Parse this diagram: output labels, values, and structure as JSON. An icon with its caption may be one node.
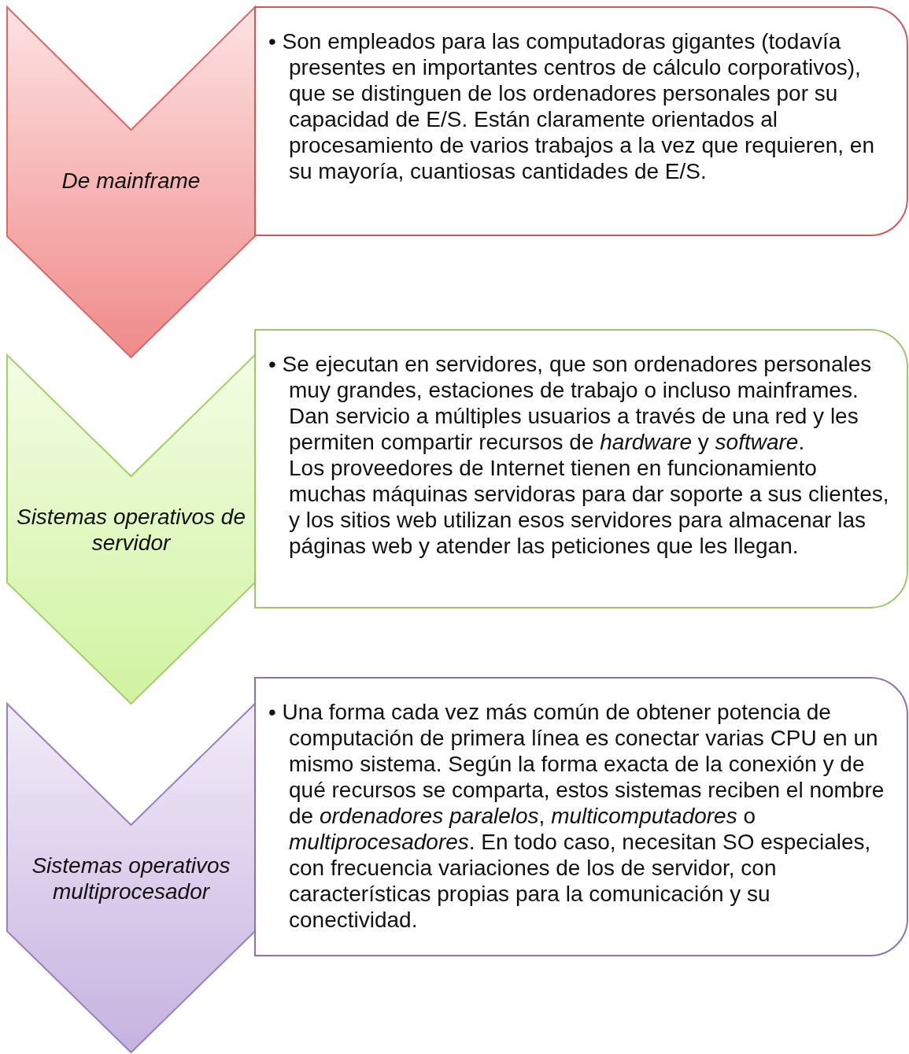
{
  "diagram": {
    "nodes": [
      {
        "text": [
          "De mainframe"
        ]
      },
      {
        "text": [
          "• Son empleados para las computadoras gigantes (todavía presentes en importantes centros de cálculo corporativos), que se distinguen de los ordenadores personales por su capacidad de E/S. Están claramente orientados al procesamiento de varios trabajos a la vez que requieren, en su mayoría, cuantiosas cantidades de E/S."
        ]
      },
      {
        "text": [
          "Sistemas operativos de servidor"
        ]
      },
      {
        "text": [
          "• Se ejecutan en servidores, que son ordenadores personales muy grandes, estaciones de trabajo o incluso mainframes. Dan servicio a múltiples usuarios a través de una red y les permiten compartir recursos de *hardware* y *software*.",
          "Los proveedores de Internet tienen en funcionamiento muchas máquinas servidoras para dar soporte a sus clientes, y los sitios web utilizan esos servidores para almacenar las páginas web y atender las peticiones que les llegan."
        ]
      },
      {
        "text": [
          "Sistemas operativos multiprocesador"
        ]
      },
      {
        "text": [
          "• Una forma cada vez más común de obtener potencia de computación de primera línea es conectar varias CPU en un mismo sistema. Según la forma exacta de la conexión y de qué recursos se comparta, estos sistemas reciben el nombre de *ordenadores paralelos*, *multicomputadores* o *multiprocesadores*. En todo caso, necesitan SO especiales, con frecuencia variaciones de los de servidor, con características propias para la comunicación y su conectividad."
        ]
      }
    ]
  }
}
